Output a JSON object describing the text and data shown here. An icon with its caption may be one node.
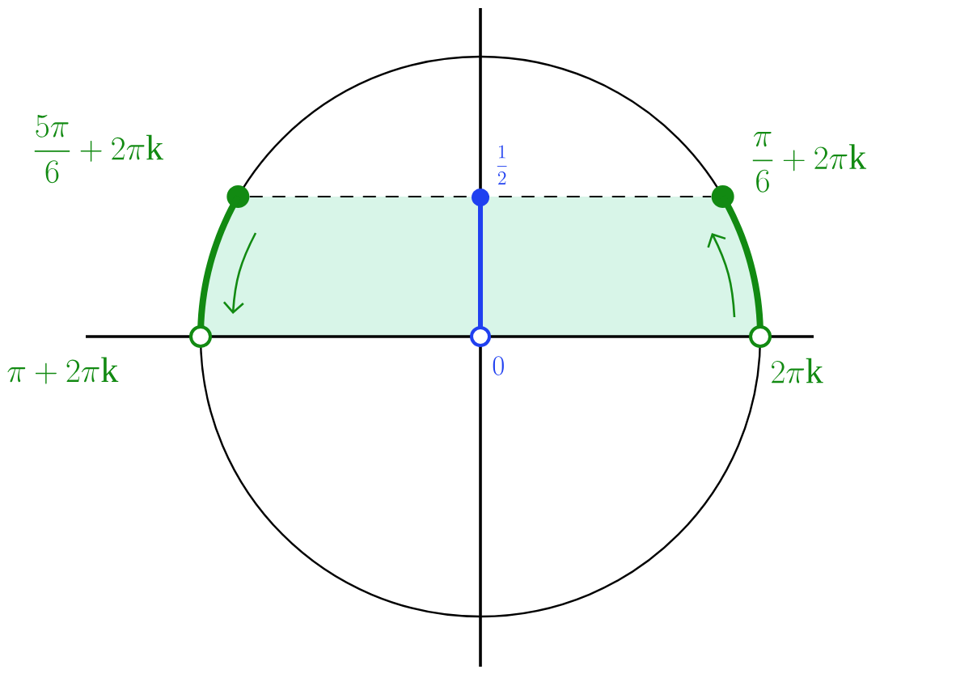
{
  "diagram": {
    "nodes": [
      {
        "text": [],
        "shape": "circle"
      },
      {
        "text": [],
        "shape": "circle"
      }
    ],
    "edges": [
      {
        "from": 0,
        "to": 1,
        "arrow": "none",
        "style": "dashed"
      }
    ],
    "labels": [
      "\\dfrac{5\\pi}{6}+2\\pi \\mathrm{k}",
      "\\dfrac{1}{2}",
      "\\dfrac{\\pi}{6}+2\\pi \\mathrm{k}",
      "\\pi+2\\pi \\mathrm{k}",
      "0",
      "2\\pi \\mathrm{k}"
    ]
  }
}
